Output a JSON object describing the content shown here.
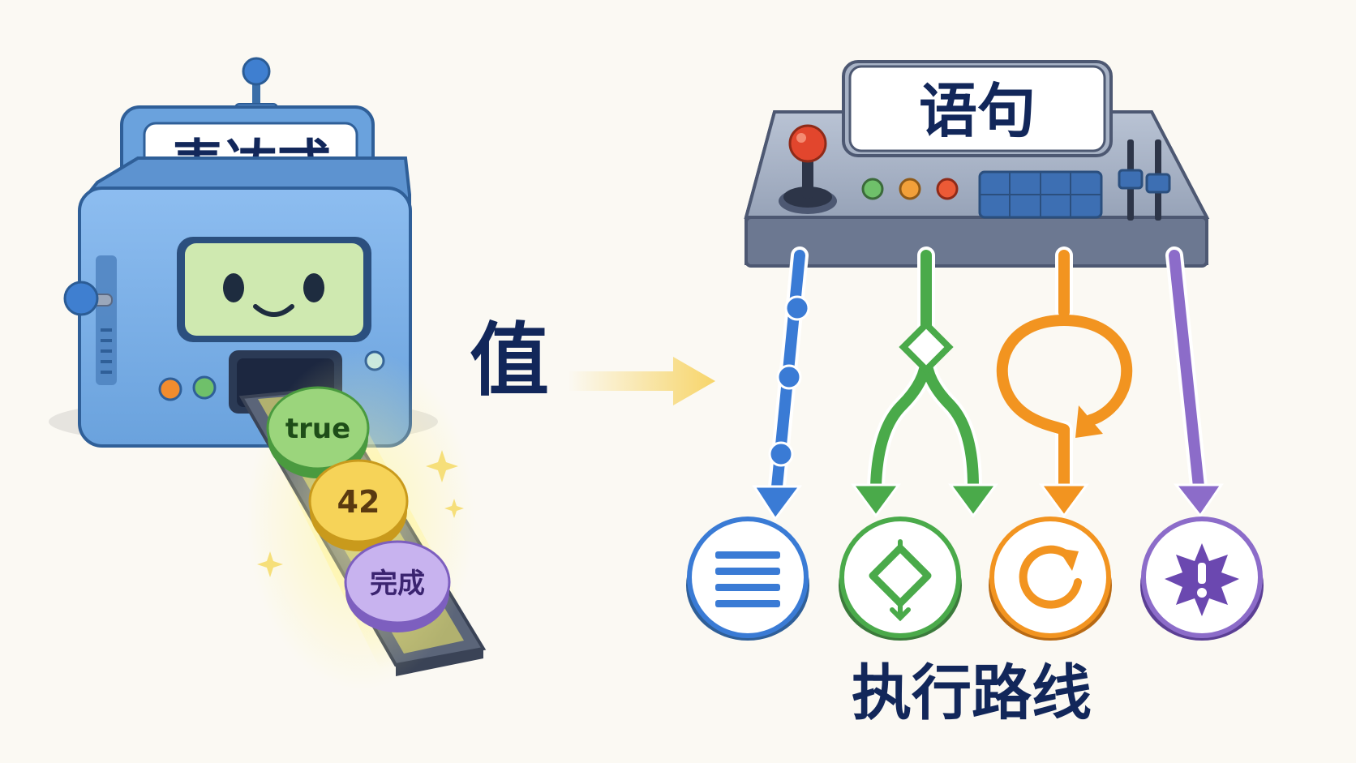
{
  "left": {
    "machine_label": "表达式",
    "tokens": [
      "true",
      "42",
      "完成"
    ]
  },
  "middle": {
    "value_label": "值"
  },
  "right": {
    "panel_label": "语句",
    "footer_label": "执行路线",
    "paths": [
      {
        "kind": "sequence",
        "icon": "lines-icon",
        "color": "#3a7bd5"
      },
      {
        "kind": "branch",
        "icon": "diamond-branch-icon",
        "color": "#4aaa4a"
      },
      {
        "kind": "loop",
        "icon": "loop-icon",
        "color": "#f29420"
      },
      {
        "kind": "exception",
        "icon": "burst-alert-icon",
        "color": "#8c6cc9"
      }
    ]
  },
  "colors": {
    "machine_blue": "#7fb3ea",
    "machine_outline": "#3a6ea8",
    "screen_green": "#cfe9b0",
    "text_navy": "#12275a",
    "arrow_yellow": "#f7d56a",
    "panel_gray": "#a8b3c6"
  }
}
